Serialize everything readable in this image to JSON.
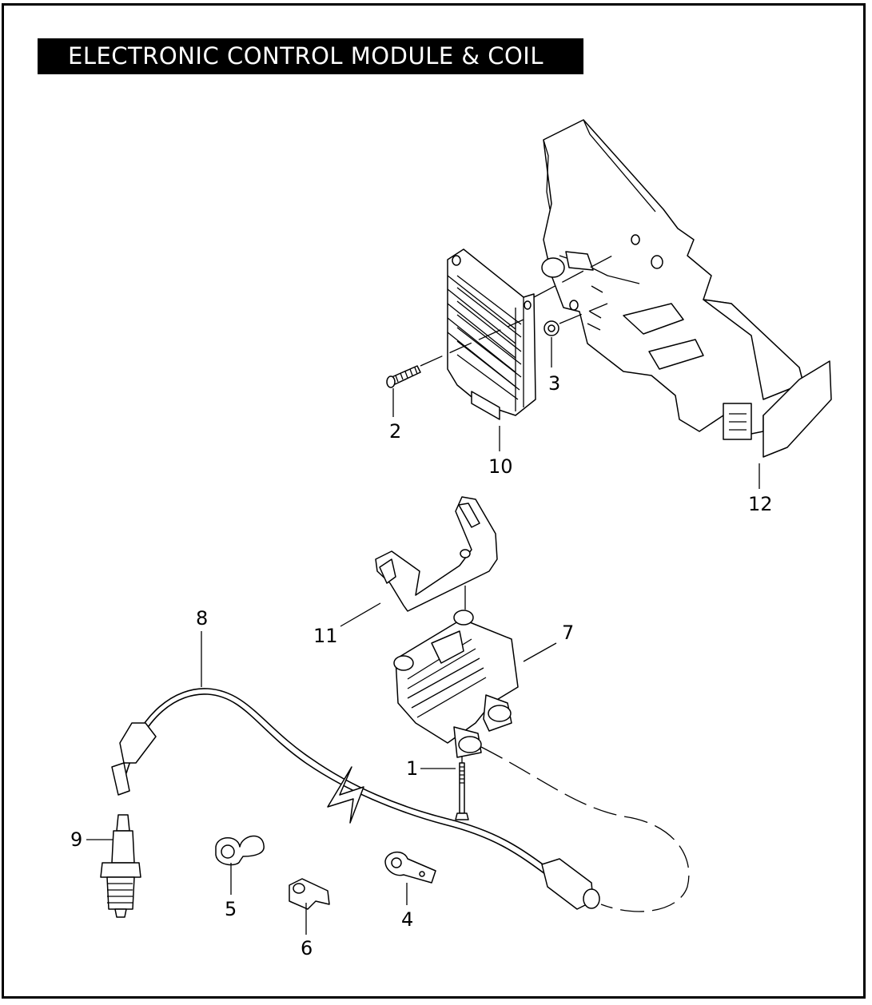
{
  "title": "ELECTRONIC CONTROL MODULE & COIL",
  "callouts": {
    "c1": "1",
    "c2": "2",
    "c3": "3",
    "c4": "4",
    "c5": "5",
    "c6": "6",
    "c7": "7",
    "c8": "8",
    "c9": "9",
    "c10": "10",
    "c11": "11",
    "c12": "12"
  }
}
